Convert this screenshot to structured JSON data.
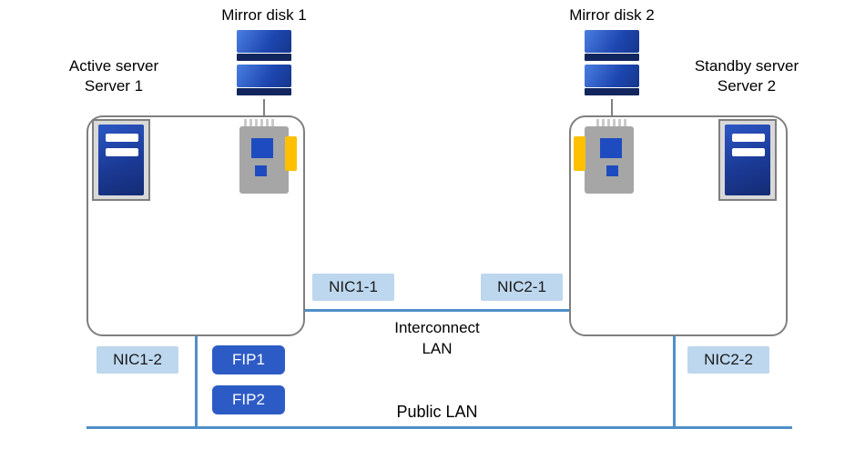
{
  "diagram": {
    "nodes": {
      "server1": {
        "role": "Active server",
        "name": "Server 1"
      },
      "server2": {
        "role": "Standby server",
        "name": "Server 2"
      },
      "mirror_disk_1": "Mirror disk 1",
      "mirror_disk_2": "Mirror disk 2"
    },
    "badges": {
      "nic1_1": "NIC1-1",
      "nic2_1": "NIC2-1",
      "nic1_2": "NIC1-2",
      "nic2_2": "NIC2-2",
      "fip1": "FIP1",
      "fip2": "FIP2"
    },
    "networks": {
      "interconnect_line1": "Interconnect",
      "interconnect_line2": "LAN",
      "public": "Public LAN"
    },
    "colors": {
      "icon_blue": "#1e4cc0",
      "badge_dark_blue": "#2d5bc6",
      "badge_light_blue": "#bdd7ee",
      "line_blue": "#4f8fc9",
      "card_yellow": "#ffc000",
      "card_gray": "#a6a6a6",
      "border_gray": "#7f7f7f"
    }
  }
}
